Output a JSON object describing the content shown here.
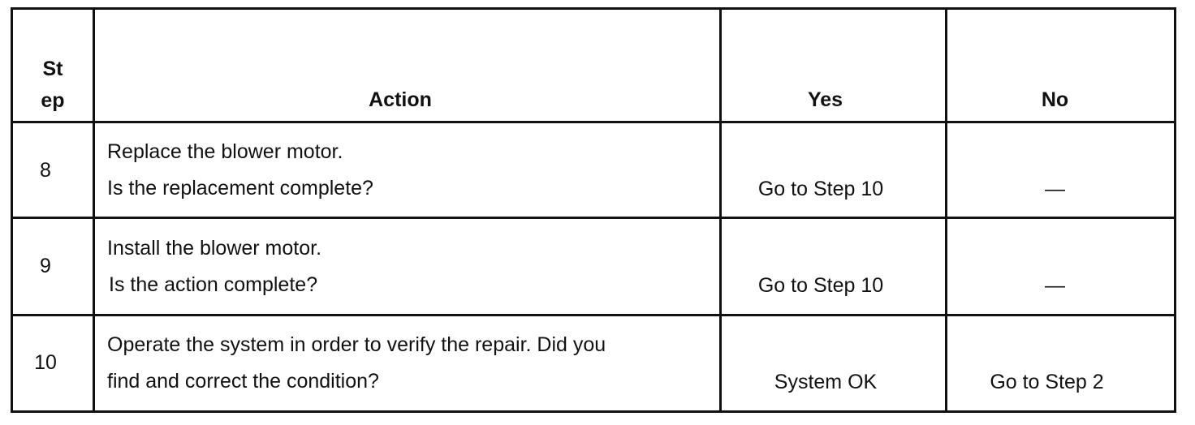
{
  "table": {
    "headers": {
      "step_line1": "St",
      "step_line2": "ep",
      "action": "Action",
      "yes": "Yes",
      "no": "No"
    },
    "rows": [
      {
        "step": "8",
        "action_line1": "Replace the blower motor.",
        "action_line2": "Is the replacement complete?",
        "yes": "Go to Step 10",
        "no": "—"
      },
      {
        "step": "9",
        "action_line1": "Install the blower motor.",
        "action_line2": "Is the action complete?",
        "yes": "Go to Step 10",
        "no": "—"
      },
      {
        "step": "10",
        "action_line1": "Operate the system in order to verify the repair. Did you",
        "action_line2": "find and correct the condition?",
        "yes": "System OK",
        "no": "Go to Step 2"
      }
    ]
  }
}
